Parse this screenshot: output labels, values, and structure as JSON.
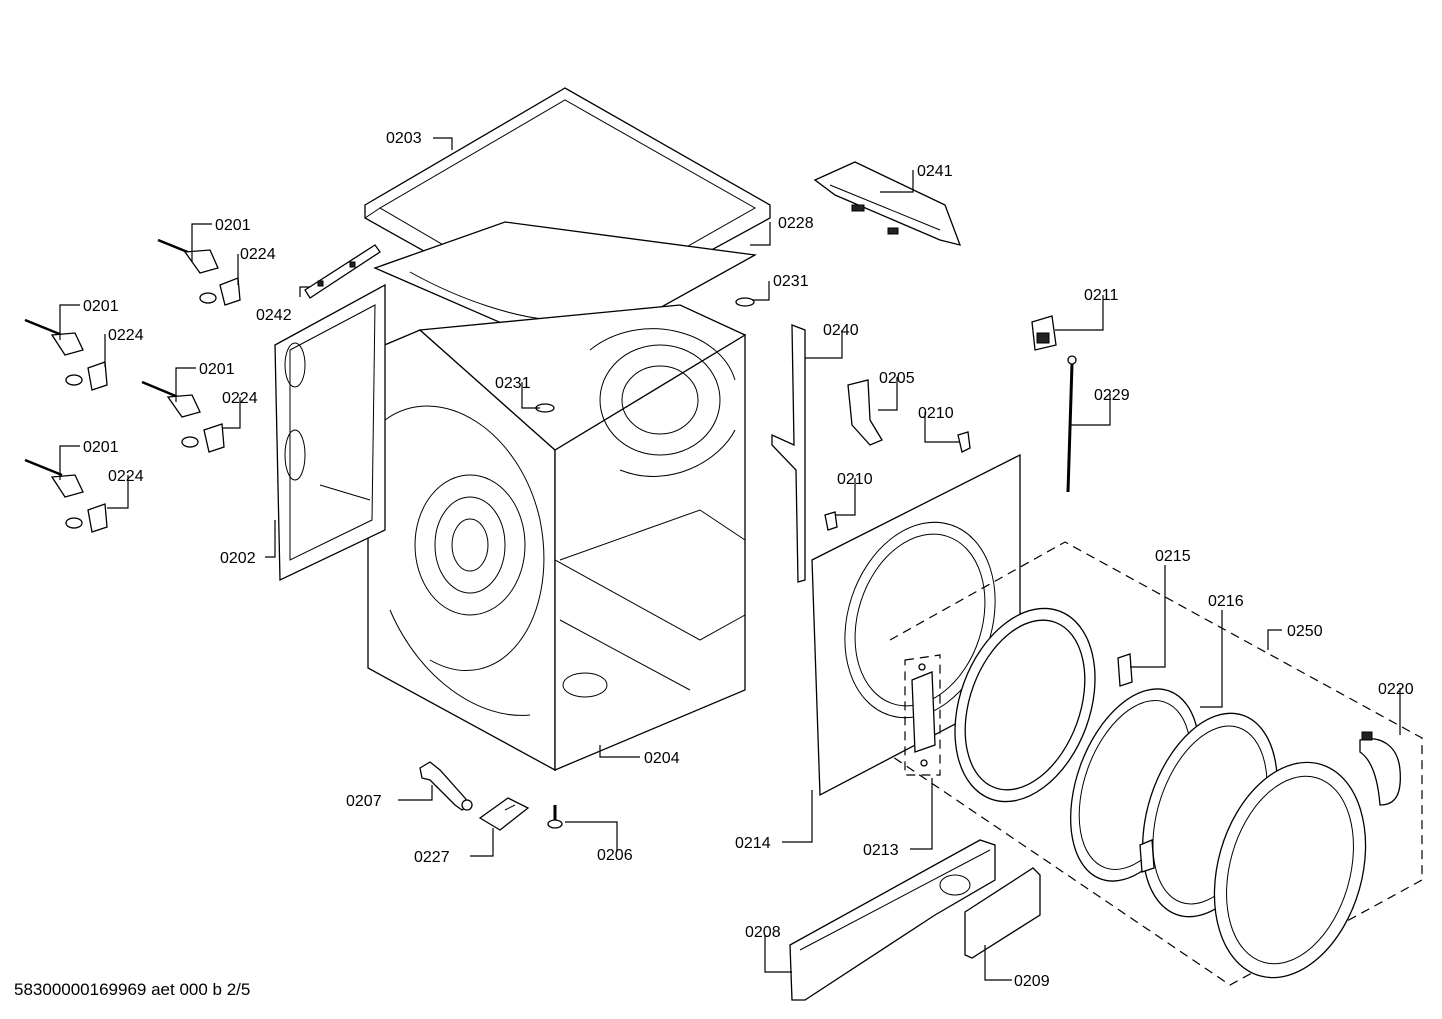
{
  "footer": "58300000169969 aet 000 b 2/5",
  "labels": {
    "p0203": "0203",
    "p0241": "0241",
    "p0228": "0228",
    "p0201a": "0201",
    "p0224a": "0224",
    "p0201b": "0201",
    "p0224b": "0224",
    "p0242": "0242",
    "p0231a": "0231",
    "p0211": "0211",
    "p0240": "0240",
    "p0201c": "0201",
    "p0224c": "0224",
    "p0231b": "0231",
    "p0205": "0205",
    "p0229": "0229",
    "p0210a": "0210",
    "p0201d": "0201",
    "p0224d": "0224",
    "p0210b": "0210",
    "p0202": "0202",
    "p0215": "0215",
    "p0216": "0216",
    "p0250": "0250",
    "p0220": "0220",
    "p0204": "0204",
    "p0207": "0207",
    "p0206": "0206",
    "p0227": "0227",
    "p0214": "0214",
    "p0213": "0213",
    "p0208": "0208",
    "p0209": "0209"
  }
}
